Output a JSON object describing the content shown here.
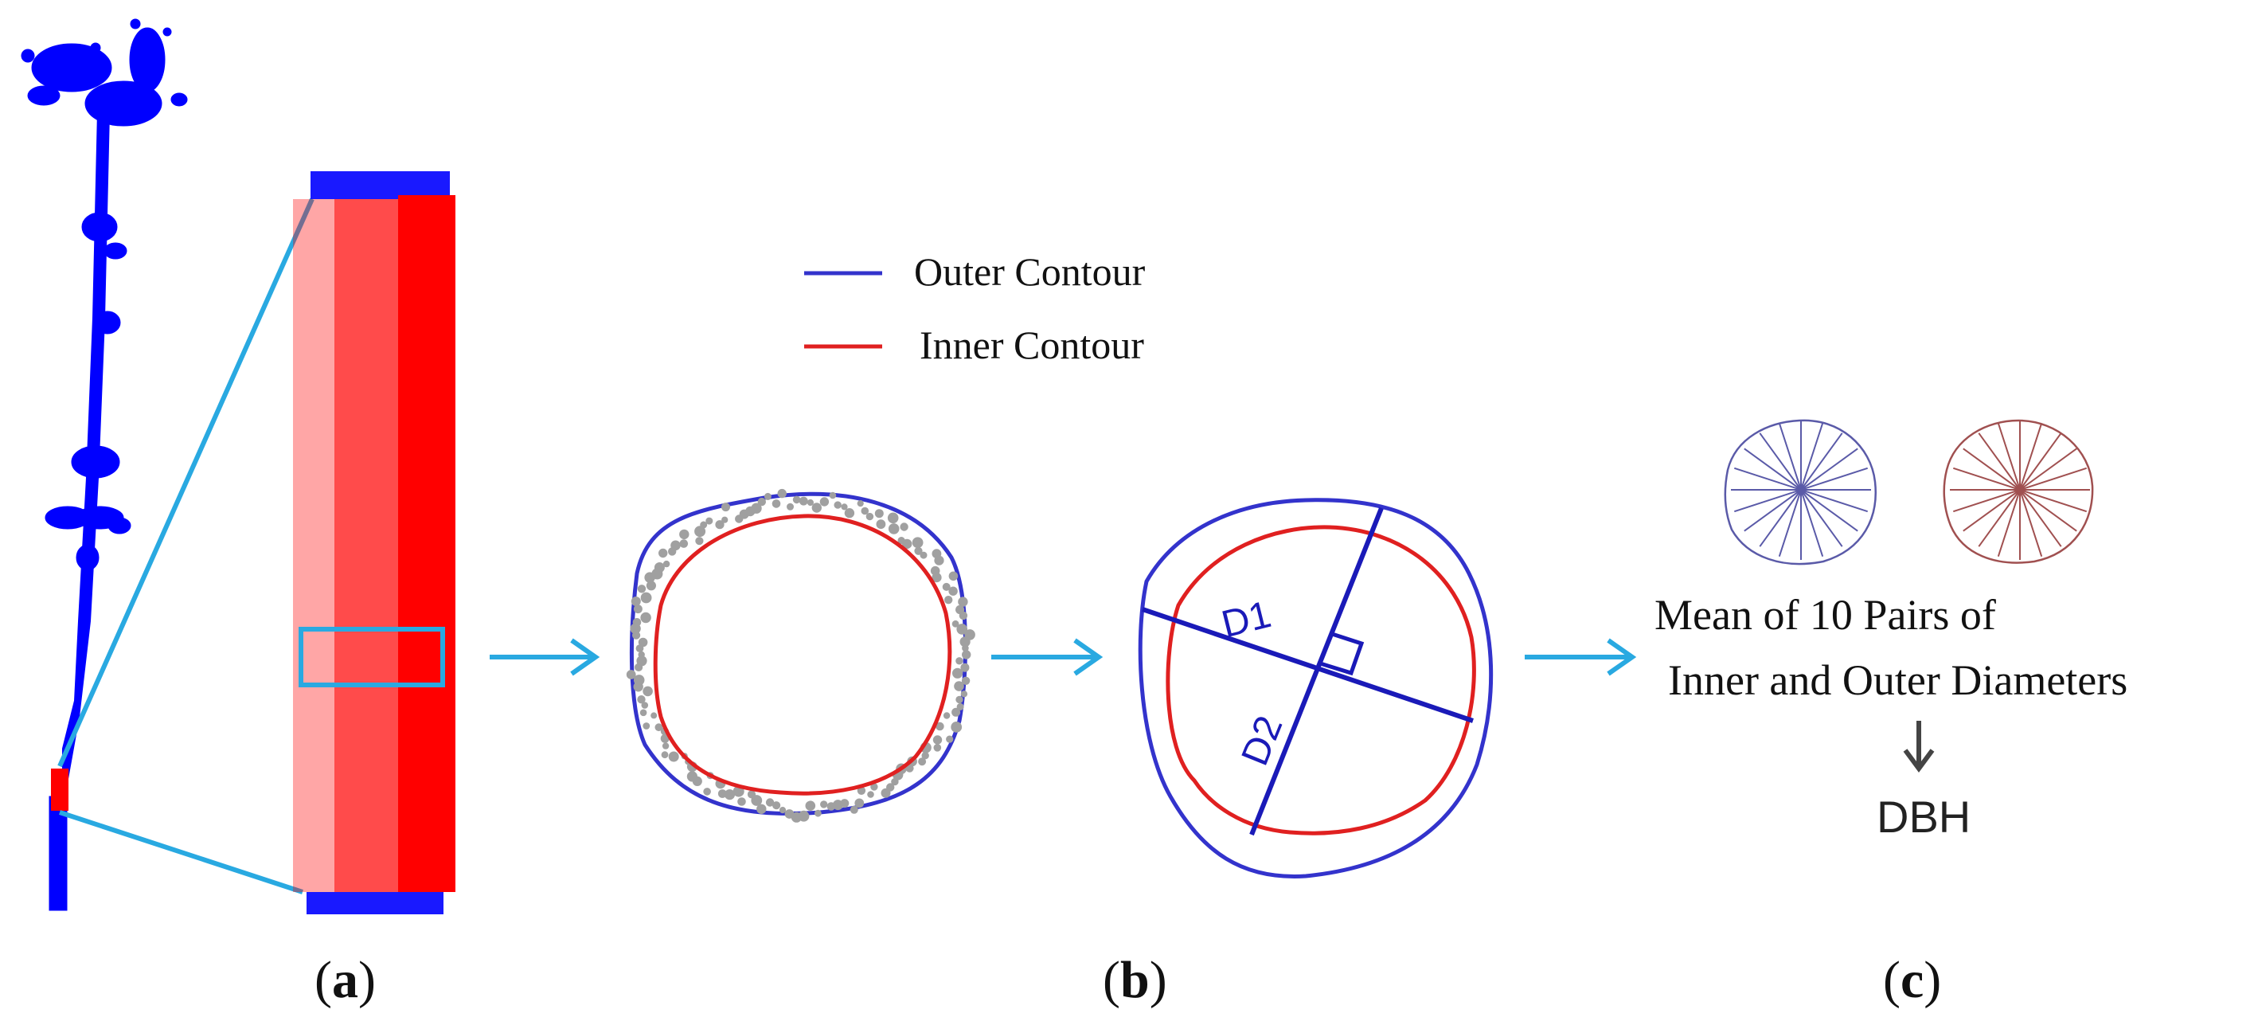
{
  "legend": {
    "outer": {
      "label": "Outer Contour",
      "color": "#3333cc"
    },
    "inner": {
      "label": "Inner Contour",
      "color": "#e02020"
    }
  },
  "panel_b": {
    "diameter_1_label": "D1",
    "diameter_2_label": "D2"
  },
  "panel_c": {
    "caption_line_1": "Mean of 10 Pairs of",
    "caption_line_2": "Inner and Outer Diameters",
    "result_label": "DBH"
  },
  "panel_labels": {
    "a": "a",
    "b": "b",
    "c": "c"
  },
  "colors": {
    "tree_points": "#0000ff",
    "slice_points": "#ff0000",
    "zoom_lines": "#29a9e1",
    "flow_arrows": "#29a9e1",
    "scatter_points": "#a0a0a0",
    "outer_rays": "#5a5aa8",
    "inner_rays": "#a05050"
  }
}
